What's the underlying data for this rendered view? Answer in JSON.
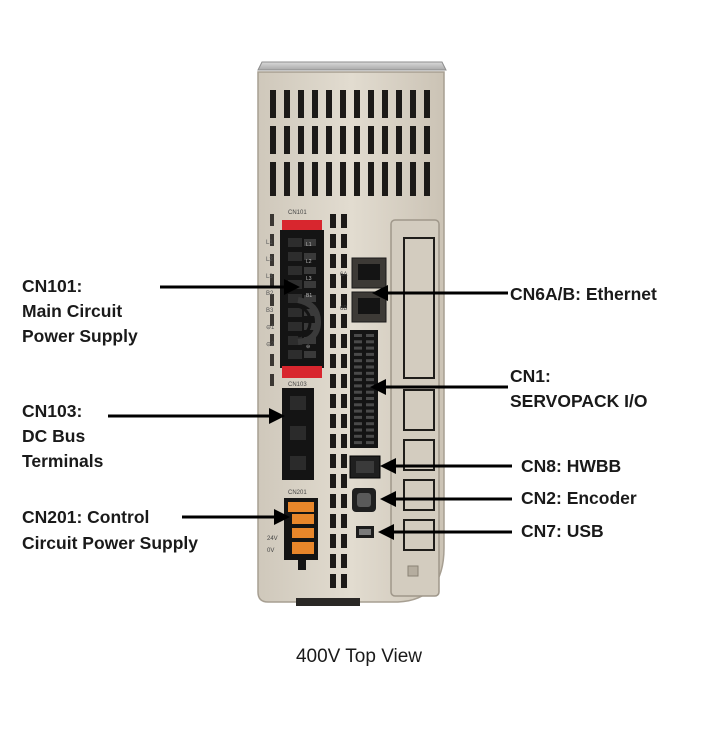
{
  "caption": "400V Top View",
  "labels": {
    "cn101": [
      "CN101:",
      "Main Circuit",
      "Power Supply"
    ],
    "cn103": [
      "CN103:",
      "DC Bus",
      "Terminals"
    ],
    "cn201": [
      "CN201: Control",
      "Circuit Power Supply"
    ],
    "cn6": [
      "CN6A/B: Ethernet"
    ],
    "cn1": [
      "CN1:",
      "SERVOPACK I/O"
    ],
    "cn8": [
      "CN8: HWBB"
    ],
    "cn2": [
      "CN2: Encoder"
    ],
    "cn7": [
      "CN7: USB"
    ]
  },
  "device_markings": {
    "cn101_header": "CN101",
    "cn103_header": "CN103",
    "cn201_header": "CN201",
    "cn101_pins_left": [
      "L1",
      "L2",
      "L3",
      "B2",
      "B3",
      "⊖1",
      "⊖2"
    ],
    "cn101_pins_right": [
      "L1",
      "L2",
      "L3",
      "B1",
      "",
      "",
      "⊖"
    ],
    "cn6_port_labels": [
      "6A",
      "6B"
    ],
    "cn201_pins": [
      "24V",
      "0V"
    ]
  },
  "colors": {
    "housing": "#dcd5c9",
    "housing_shadow": "#b7afa2",
    "vent": "#1c1a18",
    "connector_black": "#141414",
    "terminal_red": "#d8262e",
    "terminal_orange": "#e8862a",
    "top_plate": "#c6c6c6",
    "text": "#1a1a1a",
    "arrow": "#000000"
  }
}
